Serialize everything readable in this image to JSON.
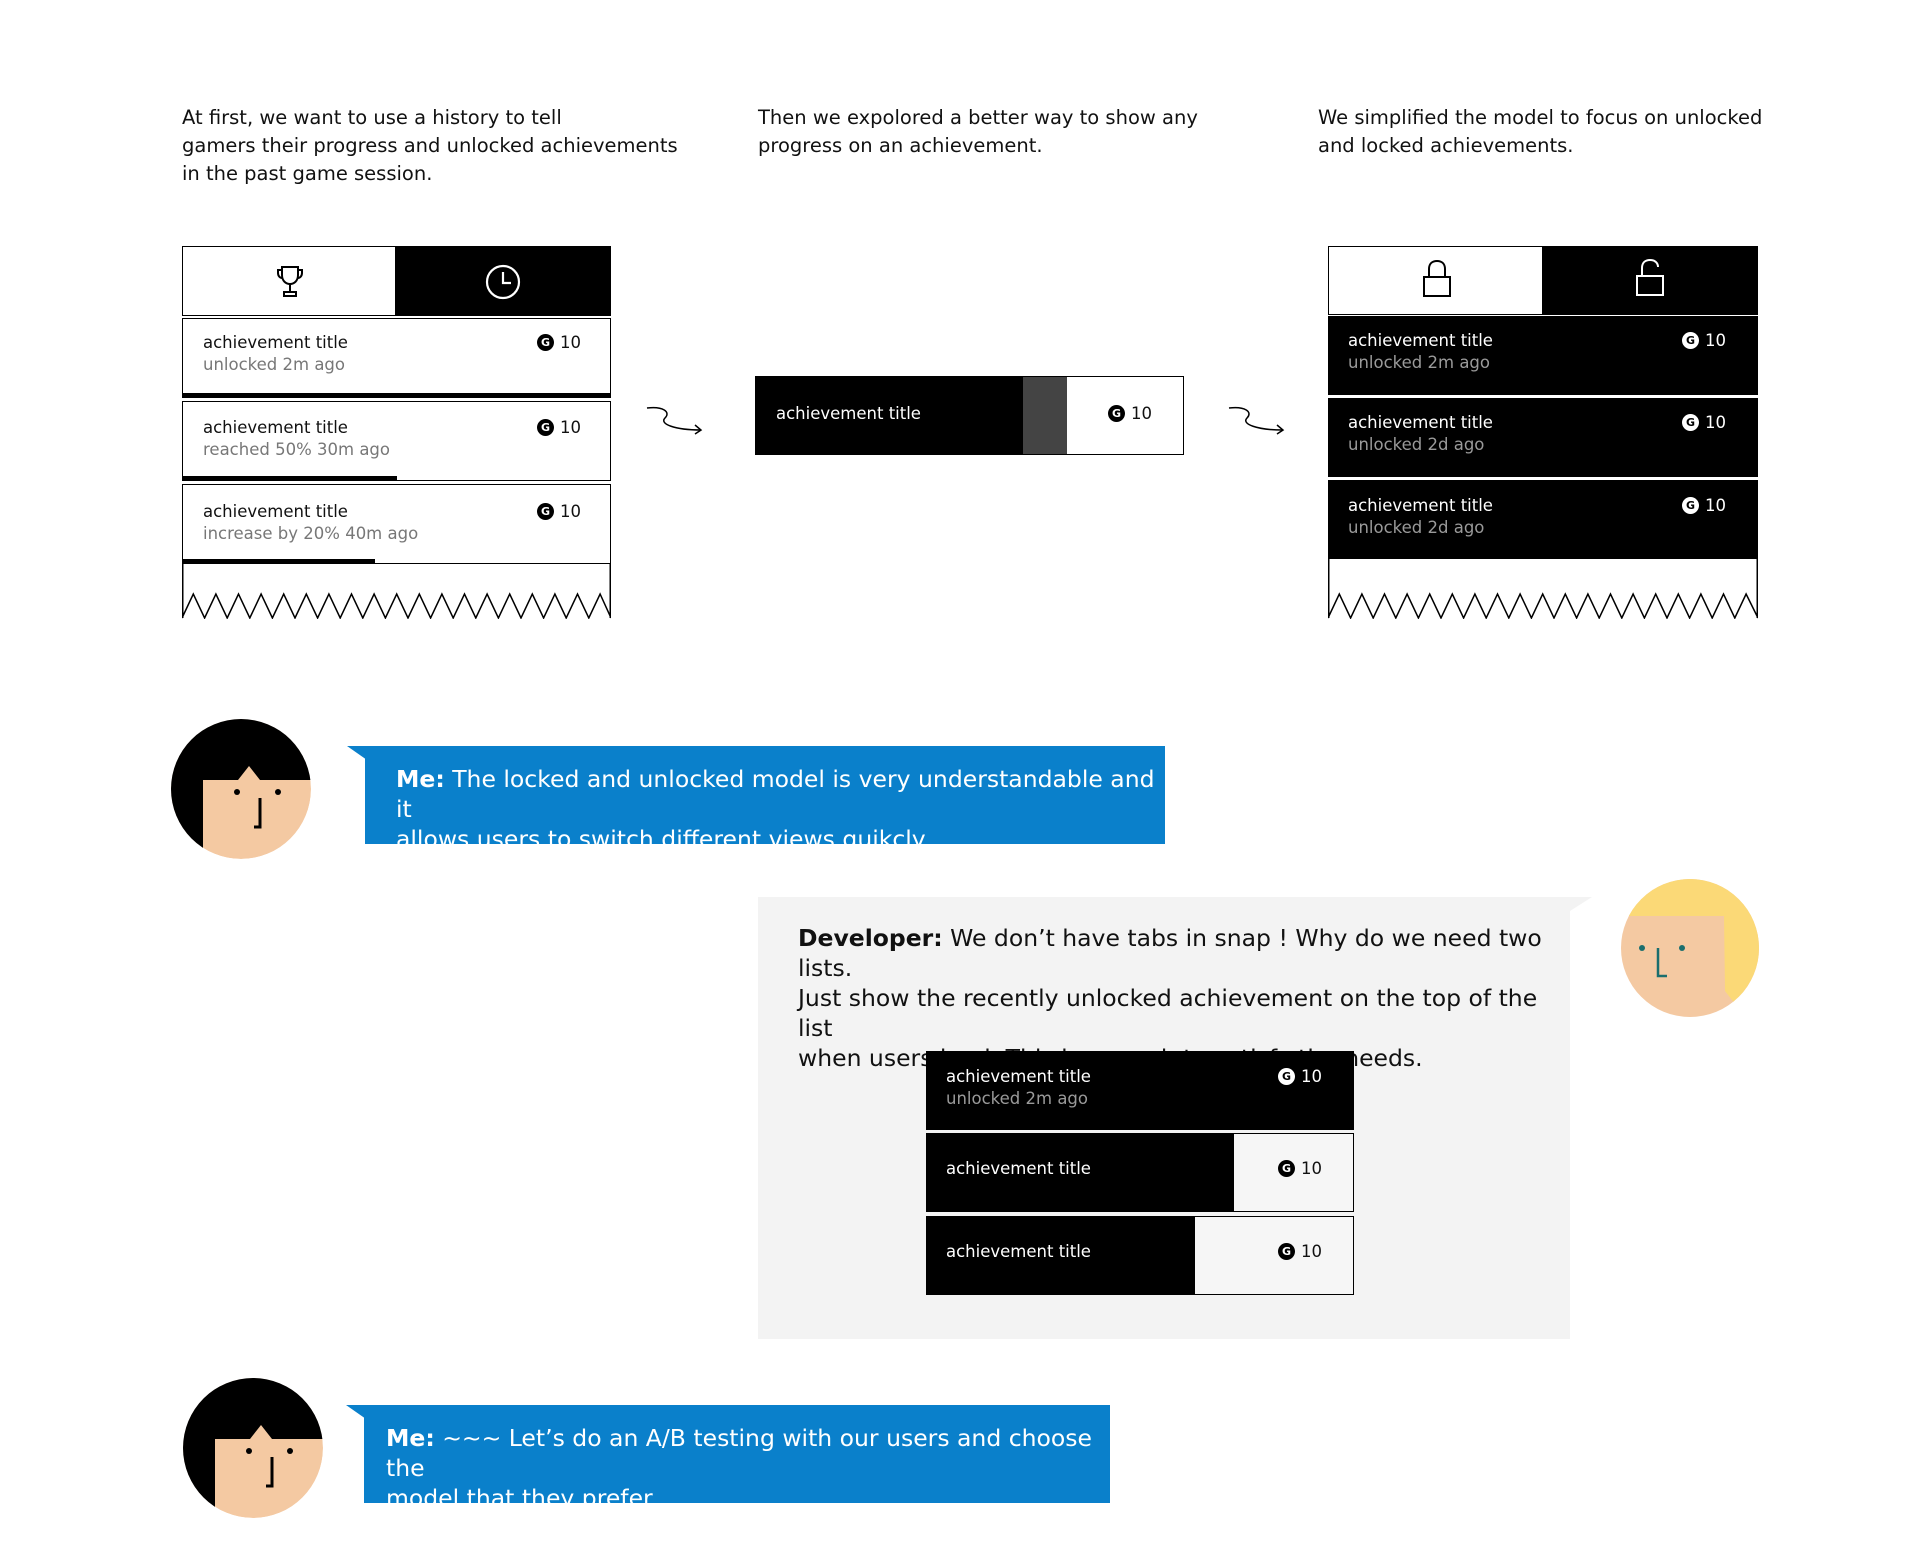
{
  "captions": {
    "col1": "At first, we want to use a history to tell gamers their progress and unlocked achievements in the past game session.",
    "col1_lines": [
      "At first, we want to use a history to tell",
      "gamers their progress and unlocked achievements",
      "in the past game session."
    ],
    "col2_lines": [
      "Then we expolored a better way to show any",
      "progress on an achievement."
    ],
    "col3_lines": [
      "We simplified the model to focus on unlocked",
      "and  locked achievements."
    ]
  },
  "model1": {
    "tabs": [
      "trophy-icon",
      "clock-icon"
    ],
    "items": [
      {
        "title": "achievement title",
        "sub": "unlocked 2m ago",
        "points": "10",
        "progress": 1.0
      },
      {
        "title": "achievement title",
        "sub": "reached 50% 30m ago",
        "points": "10",
        "progress": 0.5
      },
      {
        "title": "achievement title",
        "sub": "increase by 20% 40m ago",
        "points": "10",
        "progress": 0.45
      }
    ]
  },
  "model2": {
    "item": {
      "title": "achievement title",
      "points": "10"
    }
  },
  "model3": {
    "tabs": [
      "lock-icon",
      "unlock-icon"
    ],
    "items": [
      {
        "title": "achievement title",
        "sub": "unlocked 2m ago",
        "points": "10"
      },
      {
        "title": "achievement title",
        "sub": "unlocked 2d ago",
        "points": "10"
      },
      {
        "title": "achievement title",
        "sub": "unlocked 2d ago",
        "points": "10"
      }
    ]
  },
  "dialog": {
    "me1": {
      "speaker": "Me:",
      "lines": [
        " The locked and unlocked model is very understandable and it",
        "allows users to switch different views quikcly"
      ]
    },
    "dev": {
      "speaker": "Developer:",
      "lines": [
        "  We don’t have tabs in snap ! Why do we need two lists.",
        "Just show the recently unlocked achievement on the top of the list",
        "when users land. This is enough to satisfy the needs."
      ]
    },
    "me2": {
      "speaker": "Me:",
      "lines": [
        " ~~~ Let’s do an A/B testing with our users and choose the",
        "model that they prefer."
      ]
    }
  },
  "dev_model": {
    "items": [
      {
        "title": "achievement title",
        "sub": "unlocked 2m ago",
        "points": "10"
      },
      {
        "title": "achievement title",
        "points": "10",
        "progress": 0.72
      },
      {
        "title": "achievement title",
        "points": "10",
        "progress": 0.63
      }
    ]
  },
  "colors": {
    "bubble_blue": "#0a80cb",
    "dev_bubble": "#f3f3f3",
    "skin": "#f4c9a2",
    "hair_dark": "#000000",
    "hair_blond": "#fbd977",
    "sub_text_light": "#777777",
    "sub_text_dark": "#9a9a9a"
  }
}
